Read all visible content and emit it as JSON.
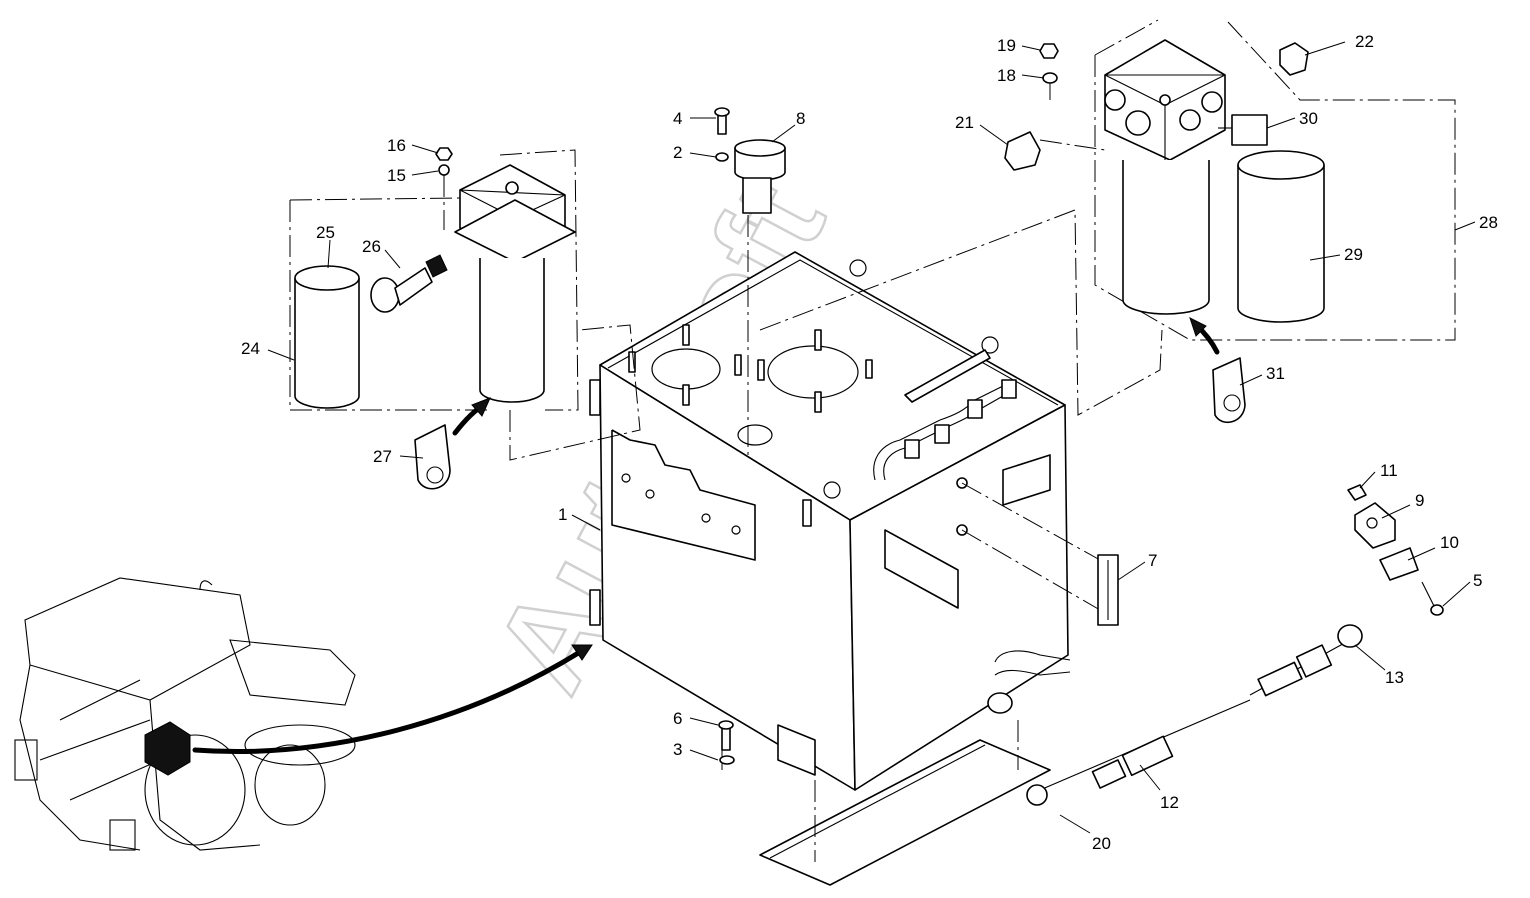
{
  "watermark": "AutoSoft",
  "callouts": [
    "1",
    "2",
    "3",
    "4",
    "5",
    "6",
    "7",
    "8",
    "9",
    "10",
    "11",
    "12",
    "13",
    "15",
    "16",
    "18",
    "19",
    "20",
    "21",
    "22",
    "24",
    "25",
    "26",
    "27",
    "28",
    "29",
    "30",
    "31"
  ]
}
